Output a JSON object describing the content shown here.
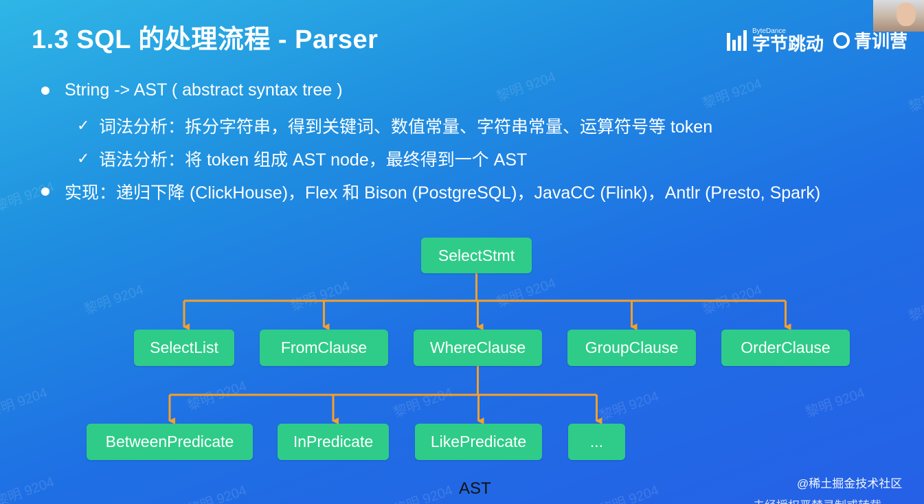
{
  "slide": {
    "title": "1.3 SQL 的处理流程 - Parser",
    "brand": {
      "small": "ByteDance",
      "name": "字节跳动",
      "partner": "青训营"
    },
    "bullets": [
      {
        "type": "bullet",
        "text": "String -> AST ( abstract syntax tree )"
      },
      {
        "type": "check",
        "text": "词法分析：拆分字符串，得到关键词、数值常量、字符串常量、运算符号等 token"
      },
      {
        "type": "check",
        "text": "语法分析：将 token 组成 AST node，最终得到一个 AST"
      },
      {
        "type": "bullet",
        "text": "实现：递归下降 (ClickHouse)，Flex 和 Bison (PostgreSQL)，JavaCC (Flink)，Antlr (Presto, Spark)"
      }
    ],
    "check_glyph": "✓",
    "tree": {
      "root": "SelectStmt",
      "level1": [
        "SelectList",
        "FromClause",
        "WhereClause",
        "GroupClause",
        "OrderClause"
      ],
      "level2_parent": "WhereClause",
      "level2": [
        "BetweenPredicate",
        "InPredicate",
        "LikePredicate",
        "..."
      ],
      "caption": "AST",
      "colors": {
        "node": "#2ecc88",
        "edge": "#f5a02a"
      }
    },
    "watermark": "黎明 9204",
    "credit": "@稀土掘金技术社区",
    "credit_bottom": "未经授权严禁录制或转载"
  }
}
